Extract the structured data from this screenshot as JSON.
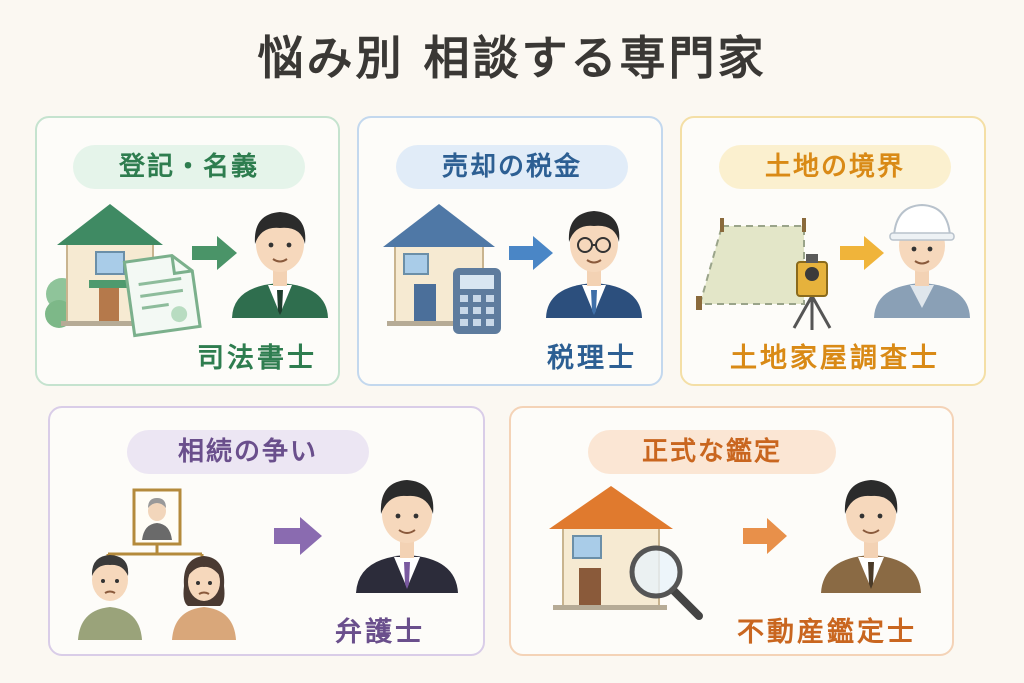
{
  "title": "悩み別 相談する専門家",
  "colors": {
    "green": "#2e7d4f",
    "blue": "#2d5f93",
    "yellow": "#d98a16",
    "purple": "#6a4f8c",
    "orange": "#c9661f"
  },
  "cards": [
    {
      "topic": "登記・名義",
      "expert": "司法書士",
      "icons": [
        "house-icon",
        "document-icon",
        "arrow-icon",
        "professional-icon"
      ]
    },
    {
      "topic": "売却の税金",
      "expert": "税理士",
      "icons": [
        "house-icon",
        "calculator-icon",
        "arrow-icon",
        "professional-icon"
      ]
    },
    {
      "topic": "土地の境界",
      "expert": "土地家屋調査士",
      "icons": [
        "land-plot-icon",
        "surveying-instrument-icon",
        "arrow-icon",
        "surveyor-icon"
      ]
    },
    {
      "topic": "相続の争い",
      "expert": "弁護士",
      "icons": [
        "family-tree-icon",
        "arrow-icon",
        "professional-icon"
      ]
    },
    {
      "topic": "正式な鑑定",
      "expert": "不動産鑑定士",
      "icons": [
        "house-icon",
        "magnifier-icon",
        "arrow-icon",
        "professional-icon"
      ]
    }
  ]
}
